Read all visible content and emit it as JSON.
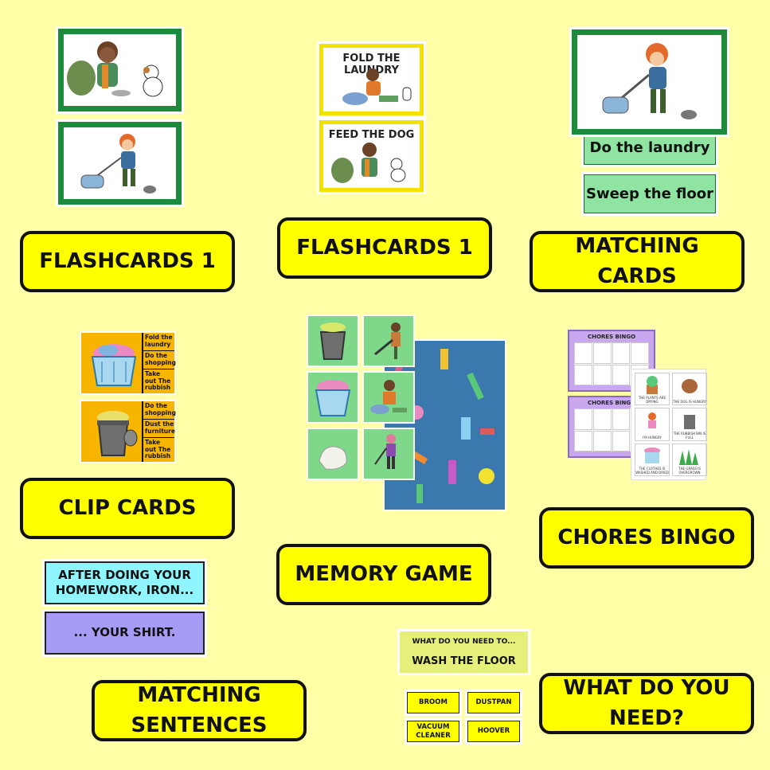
{
  "sections": {
    "flashcards_1a": {
      "label": "FLASHCARDS 1"
    },
    "flashcards_1b": {
      "label": "FLASHCARDS 1",
      "cards": [
        "FOLD THE LAUNDRY",
        "FEED THE DOG"
      ]
    },
    "matching_cards": {
      "label": "MATCHING\nCARDS",
      "strips": [
        "Do the laundry",
        "Sweep the floor"
      ]
    },
    "clip_cards": {
      "label": "CLIP CARDS",
      "card1": [
        "Fold the laundry",
        "Do the shopping",
        "Take out The rubbish"
      ],
      "card2": [
        "Do the shopping",
        "Dust the furniture",
        "Take out The rubbish"
      ]
    },
    "memory_game": {
      "label": "MEMORY GAME"
    },
    "chores_bingo": {
      "label": "CHORES BINGO",
      "board_title": "CHORES BINGO",
      "captions": [
        "THE PLANTS ARE DRYING",
        "THE DOG IS HUNGRY",
        "I'M HUNGRY",
        "THE RUBBISH BIN IS FULL",
        "THE CLOTHES IS WASHED AND DRIED",
        "THE GRASS IS OVERGROWN"
      ]
    },
    "matching_sentences": {
      "label": "MATCHING\nSENTENCES",
      "first": "AFTER DOING YOUR\nHOMEWORK, IRON...",
      "second": "... YOUR SHIRT."
    },
    "what_do_you_need": {
      "label": "WHAT DO YOU\nNEED?",
      "question": "WHAT DO YOU NEED TO...",
      "task": "WASH THE FLOOR",
      "tools": [
        "BROOM",
        "DUSTPAN",
        "VACUUM\nCLEANER",
        "HOOVER"
      ]
    }
  },
  "colors": {
    "background": "#FFFFA8",
    "label_fill": "#FFFF00",
    "frame_green": "#1E8A3C",
    "strip_green": "#8EE4A0",
    "clip_orange": "#F7B500",
    "bingo_purple": "#C9A8F0",
    "sentence_cyan": "#8FF5FF",
    "sentence_purple": "#A79CF5"
  }
}
